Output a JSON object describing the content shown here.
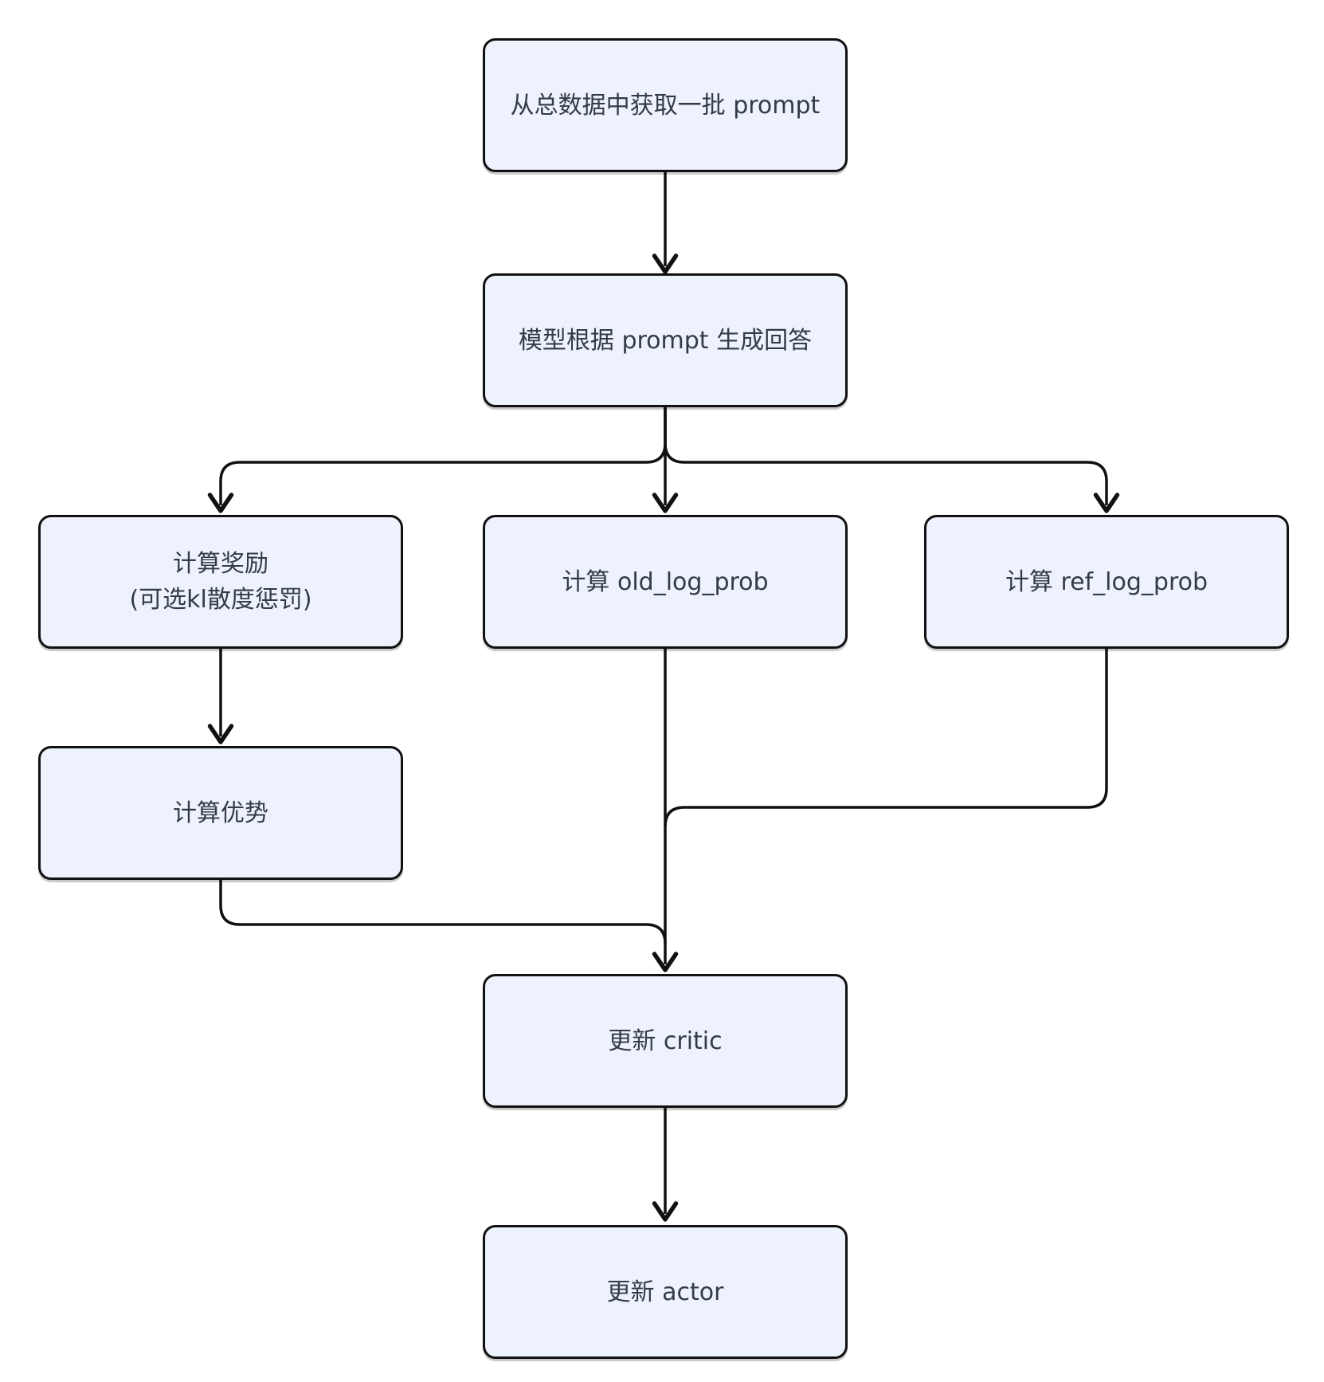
{
  "diagram": {
    "type": "flowchart",
    "direction": "top-down",
    "nodes": {
      "get_prompts": {
        "label": "从总数据中获取一批 prompt"
      },
      "generate": {
        "label": "模型根据 prompt 生成回答"
      },
      "reward": {
        "label": "计算奖励\n(可选kl散度惩罚)"
      },
      "old_log_prob": {
        "label": "计算 old_log_prob"
      },
      "ref_log_prob": {
        "label": "计算 ref_log_prob"
      },
      "advantage": {
        "label": "计算优势"
      },
      "update_critic": {
        "label": "更新 critic"
      },
      "update_actor": {
        "label": "更新 actor"
      }
    },
    "edges": [
      {
        "from": "get_prompts",
        "to": "generate"
      },
      {
        "from": "generate",
        "to": "reward"
      },
      {
        "from": "generate",
        "to": "old_log_prob"
      },
      {
        "from": "generate",
        "to": "ref_log_prob"
      },
      {
        "from": "reward",
        "to": "advantage"
      },
      {
        "from": "old_log_prob",
        "to": "update_critic"
      },
      {
        "from": "ref_log_prob",
        "to": "update_critic"
      },
      {
        "from": "advantage",
        "to": "update_critic"
      },
      {
        "from": "update_critic",
        "to": "update_actor"
      }
    ],
    "colors": {
      "node_fill": "#eef2fc",
      "node_border": "#111111",
      "edge": "#111111",
      "text": "#333b49",
      "background": "#ffffff"
    }
  }
}
